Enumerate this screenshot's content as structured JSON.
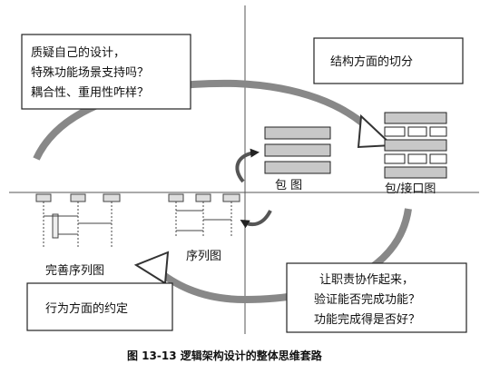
{
  "quadrants": {
    "top_left": {
      "lines": [
        "质疑自己的设计，",
        "特殊功能场景支持吗？",
        "耦合性、重用性咋样？"
      ]
    },
    "top_right": {
      "text": "结构方面的切分"
    },
    "bottom_left": {
      "text": "行为方面的约定"
    },
    "bottom_right": {
      "lines": [
        "让职责协作起来，",
        "验证能否完成功能？",
        "功能完成得是否好？"
      ]
    }
  },
  "diagram_labels": {
    "package": "包 图",
    "package_interface": "包/接口图",
    "sequence": "序列图",
    "complete_sequence": "完善序列图"
  },
  "caption": "图 13-13   逻辑架构设计的整体思维套路",
  "colors": {
    "box_fill": "#c8c8c8",
    "stroke": "#222222"
  }
}
